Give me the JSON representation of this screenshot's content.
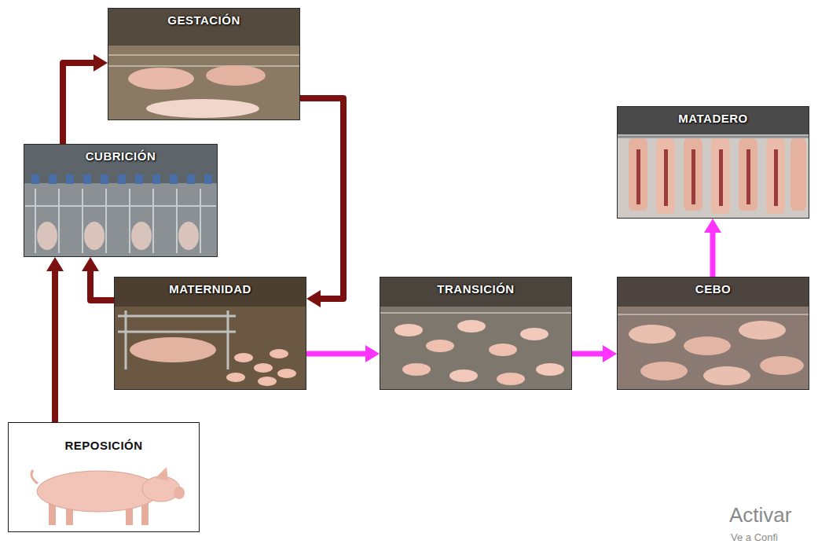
{
  "diagram": {
    "nodes": [
      {
        "text": [
          "GESTACIÓN"
        ]
      },
      {
        "text": [
          "MATADERO"
        ]
      },
      {
        "text": [
          "CUBRICIÓN"
        ]
      },
      {
        "text": [
          "MATERNIDAD"
        ]
      },
      {
        "text": [
          "TRANSICIÓN"
        ]
      },
      {
        "text": [
          "CEBO"
        ]
      },
      {
        "text": [
          "REPOSICIÓN"
        ]
      }
    ],
    "edges": [
      {
        "from": 2,
        "to": 0,
        "arrow": "to"
      },
      {
        "from": 0,
        "to": 3,
        "arrow": "to"
      },
      {
        "from": 3,
        "to": 2,
        "arrow": "to"
      },
      {
        "from": 6,
        "to": 2,
        "arrow": "to"
      },
      {
        "from": 3,
        "to": 4,
        "arrow": "to"
      },
      {
        "from": 4,
        "to": 5,
        "arrow": "to"
      },
      {
        "from": 5,
        "to": 1,
        "arrow": "to"
      }
    ],
    "labels": [
      "Activar",
      "Ve a Confi"
    ]
  }
}
